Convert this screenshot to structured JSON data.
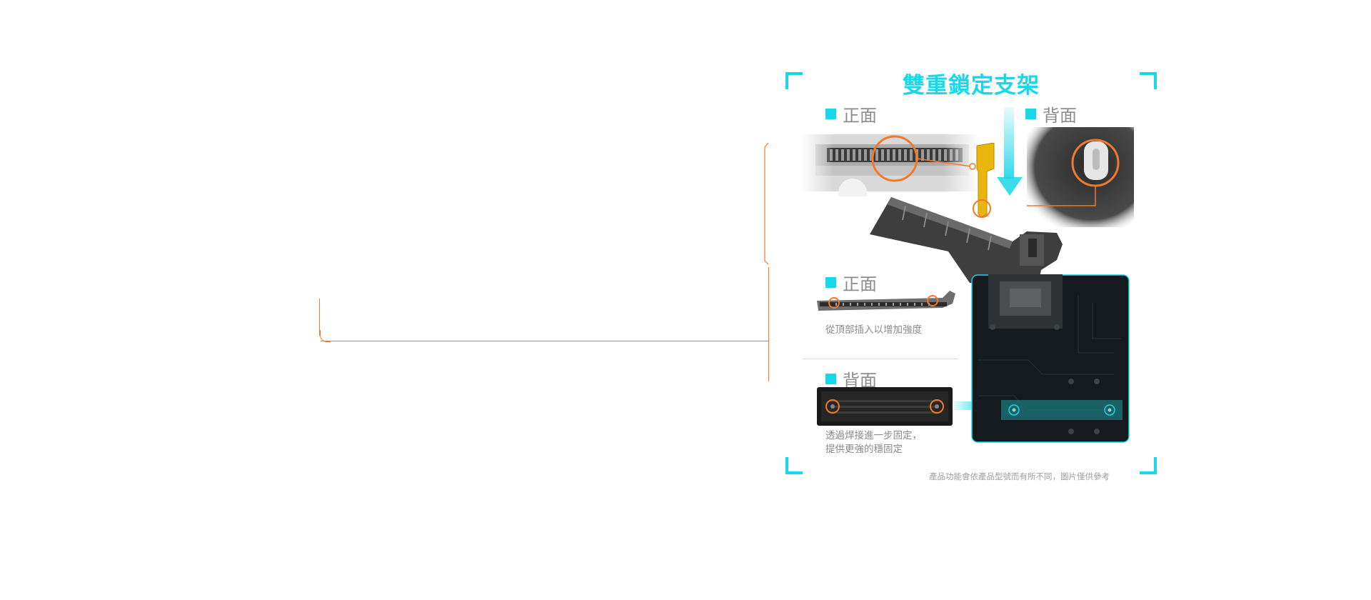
{
  "title": "雙重鎖定支架",
  "top_left_section": {
    "label": "正面",
    "icon": "cyan-square-icon"
  },
  "top_right_section": {
    "label": "背面",
    "icon": "cyan-square-icon"
  },
  "mid_section": {
    "label": "正面",
    "caption": "從頂部插入以增加強度"
  },
  "bottom_section": {
    "label": "背面",
    "caption_line1": "透過焊接進一步固定，",
    "caption_line2": "提供更強的穩固定"
  },
  "footnote": "產品功能會依產品型號而有所不同，圖片僅供參考",
  "colors": {
    "accent": "#19d6e8",
    "highlight": "#f07a2a",
    "label": "#8c8c8c"
  }
}
